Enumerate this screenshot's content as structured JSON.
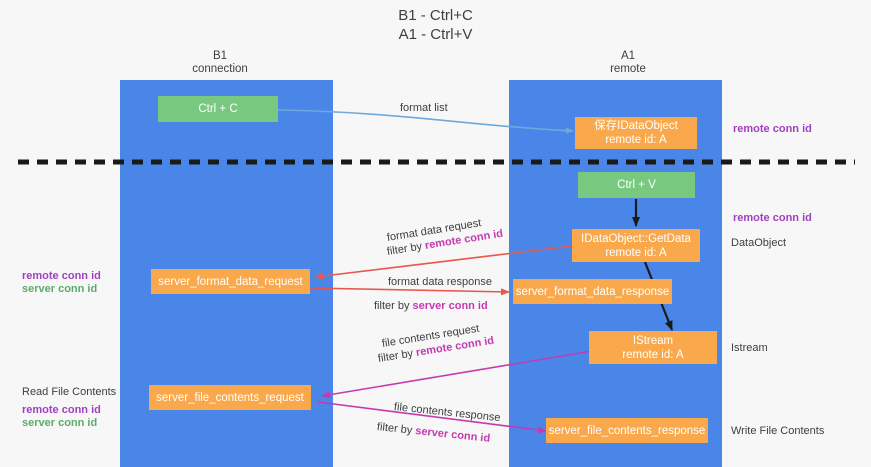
{
  "title": {
    "line1": "B1 - Ctrl+C",
    "line2": "A1 - Ctrl+V"
  },
  "lanes": [
    {
      "id": "b1",
      "name": "B1",
      "sub": "connection"
    },
    {
      "id": "a1",
      "name": "A1",
      "sub": "remote"
    }
  ],
  "boxes": {
    "ctrl_c": {
      "label": "Ctrl + C",
      "color": "#78c97f"
    },
    "save_idataobject": {
      "line1": "保存IDataObject",
      "line2": "remote id: A",
      "color": "#f9a94c"
    },
    "ctrl_v": {
      "label": "Ctrl + V",
      "color": "#78c97f"
    },
    "getdata": {
      "line1": "IDataObject::GetData",
      "line2": "remote id: A",
      "color": "#f9a94c"
    },
    "server_format_data_request": {
      "label": "server_format_data_request",
      "color": "#f9a94c"
    },
    "server_format_data_response": {
      "label": "server_format_data_response",
      "color": "#f9a94c"
    },
    "istream": {
      "line1": "IStream",
      "line2": "remote id: A",
      "color": "#f9a94c"
    },
    "server_file_contents_request": {
      "label": "server_file_contents_request",
      "color": "#f9a94c"
    },
    "server_file_contents_response": {
      "label": "server_file_contents_response",
      "color": "#f9a94c"
    }
  },
  "edge_labels": {
    "format_list": "format list",
    "format_data_request": "format data request",
    "format_data_request_filter_prefix": "filter by ",
    "format_data_request_filter_key": "remote conn id",
    "format_data_response": "format data response",
    "format_data_response_filter_prefix": "filter by ",
    "format_data_response_filter_key": "server conn id",
    "file_contents_request": "file contents request",
    "file_contents_request_filter_prefix": "filter by ",
    "file_contents_request_filter_key": "remote conn id",
    "file_contents_response": "file contents response",
    "file_contents_response_filter_prefix": "filter by ",
    "file_contents_response_filter_key": "server conn id"
  },
  "annotations": {
    "right_remote_conn_id_top": "remote conn id",
    "right_remote_conn_id_mid": "remote conn id",
    "right_dataobject": "DataObject",
    "right_istream": "Istream",
    "right_write_file_contents": "Write File Contents",
    "left_remote_conn_id": "remote conn id",
    "left_server_conn_id": "server conn id",
    "left_read_file_contents": "Read File Contents",
    "left_remote_conn_id_2": "remote conn id",
    "left_server_conn_id_2": "server conn id"
  },
  "colors": {
    "lane": "#4a86e8",
    "orange": "#f9a94c",
    "green": "#78c97f",
    "purple": "#a23fc0",
    "green_text": "#5bab6a",
    "magenta": "#c43bb0",
    "red_arrow": "#e8584f",
    "blue_arrow": "#6fa8dc",
    "black_arrow": "#1a1a1a",
    "background": "#f7f7f7"
  }
}
